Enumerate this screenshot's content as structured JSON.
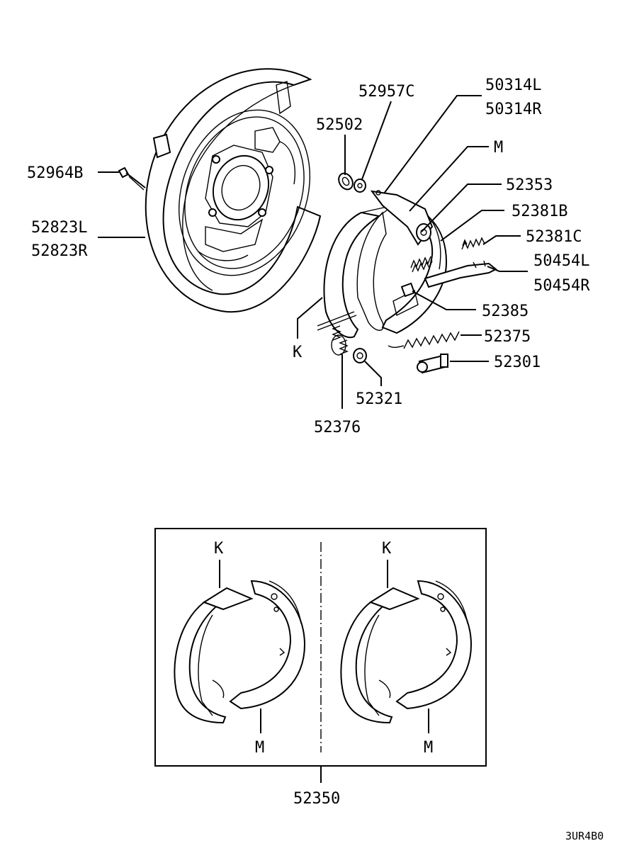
{
  "parts": {
    "p52964B": "52964B",
    "p52823L": "52823L",
    "p52823R": "52823R",
    "p52957C": "52957C",
    "p52502": "52502",
    "p50314L": "50314L",
    "p50314R": "50314R",
    "p52353": "52353",
    "p52381B": "52381B",
    "p52381C": "52381C",
    "p50454L": "50454L",
    "p50454R": "50454R",
    "p52385": "52385",
    "p52375": "52375",
    "p52301": "52301",
    "p52321": "52321",
    "p52376": "52376",
    "p52350": "52350"
  },
  "refs": {
    "k": "K",
    "m": "M"
  },
  "drawing_code": "3UR4B0"
}
